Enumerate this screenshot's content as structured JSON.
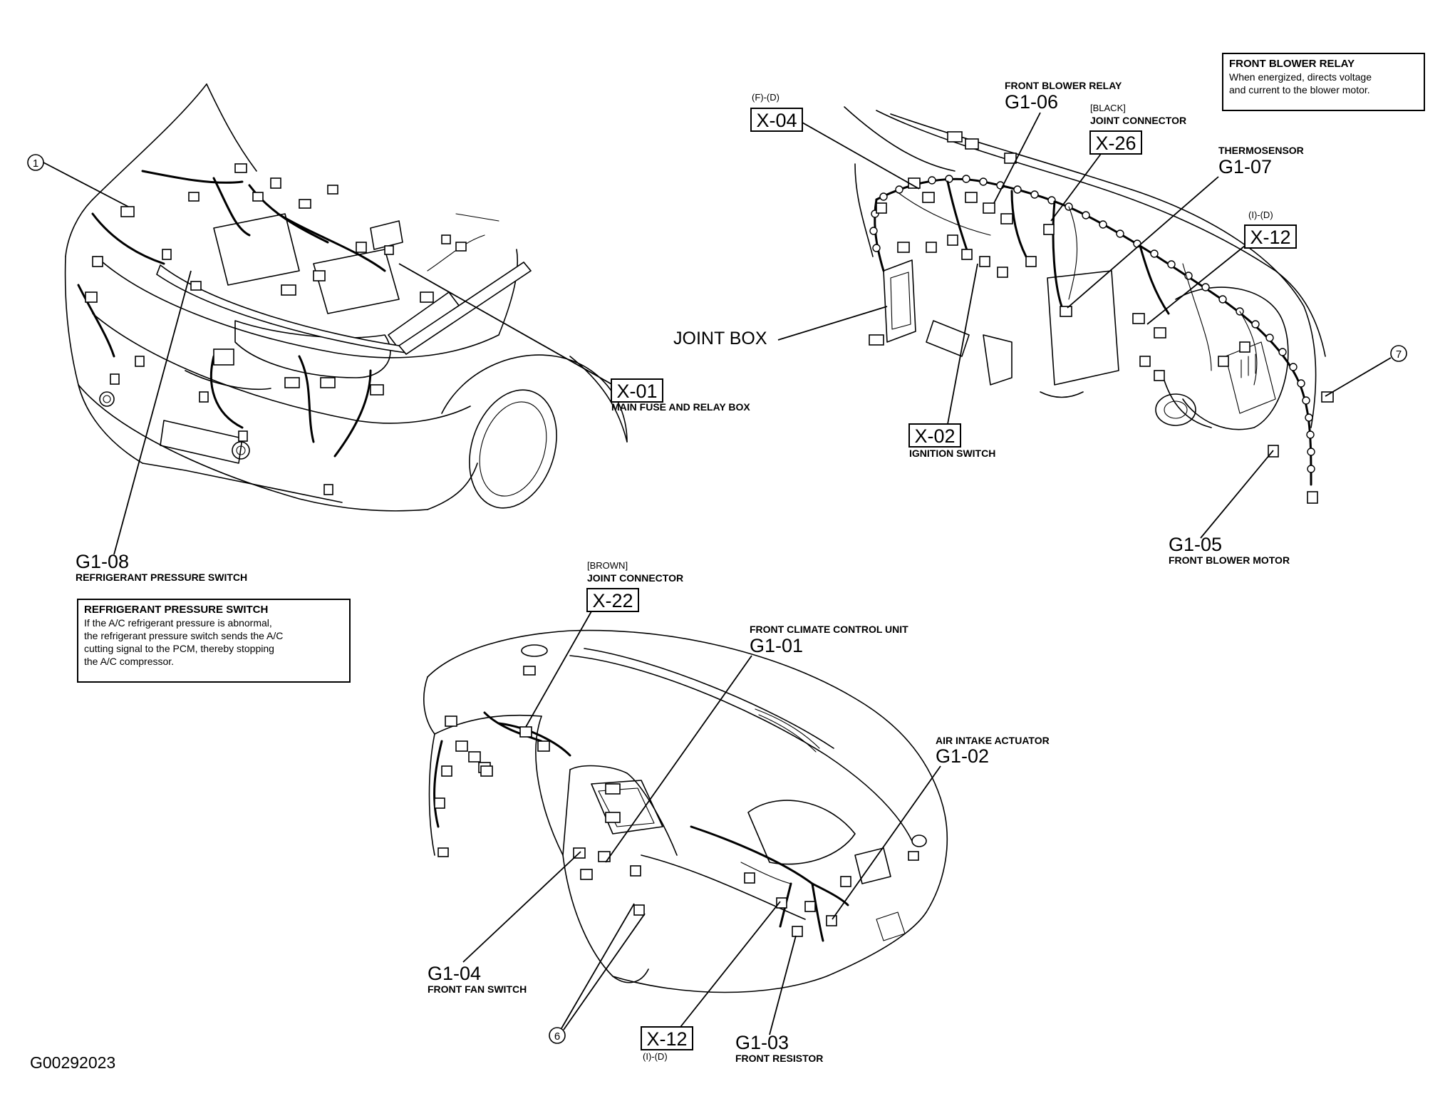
{
  "figure_code": "G00292023",
  "engine_compartment": {
    "callout_1": "1",
    "x01": {
      "code": "X-01",
      "name": "MAIN FUSE AND RELAY BOX"
    },
    "g108": {
      "code": "G1-08",
      "name": "REFRIGERANT PRESSURE SWITCH"
    },
    "info_box": {
      "title": "REFRIGERANT PRESSURE SWITCH",
      "lines": [
        "If the A/C refrigerant pressure is abnormal,",
        "the refrigerant pressure switch sends the A/C",
        "cutting signal to the PCM, thereby stopping",
        "the A/C compressor."
      ]
    }
  },
  "dashboard_harness": {
    "x04": {
      "code": "X-04",
      "qualifier": "(F)-(D)"
    },
    "g106": {
      "code": "G1-06",
      "name": "FRONT BLOWER RELAY"
    },
    "x26": {
      "code": "X-26",
      "color": "[BLACK]",
      "name": "JOINT CONNECTOR"
    },
    "g107": {
      "code": "G1-07",
      "name": "THERMOSENSOR"
    },
    "x12": {
      "code": "X-12",
      "qualifier": "(I)-(D)"
    },
    "joint_box": "JOINT BOX",
    "x02": {
      "code": "X-02",
      "name": "IGNITION SWITCH"
    },
    "callout_7": "7",
    "g105": {
      "code": "G1-05",
      "name": "FRONT BLOWER MOTOR"
    },
    "info_box": {
      "title": "FRONT BLOWER RELAY",
      "lines": [
        "When energized, directs voltage",
        "and current to the blower motor."
      ]
    }
  },
  "instrument_panel": {
    "x22": {
      "code": "X-22",
      "color": "[BROWN]",
      "name": "JOINT CONNECTOR"
    },
    "g101": {
      "code": "G1-01",
      "name": "FRONT CLIMATE CONTROL UNIT"
    },
    "g102": {
      "code": "G1-02",
      "name": "AIR INTAKE ACTUATOR"
    },
    "g104": {
      "code": "G1-04",
      "name": "FRONT FAN SWITCH"
    },
    "callout_6": "6",
    "x12": {
      "code": "X-12",
      "qualifier": "(I)-(D)"
    },
    "g103": {
      "code": "G1-03",
      "name": "FRONT RESISTOR"
    }
  }
}
